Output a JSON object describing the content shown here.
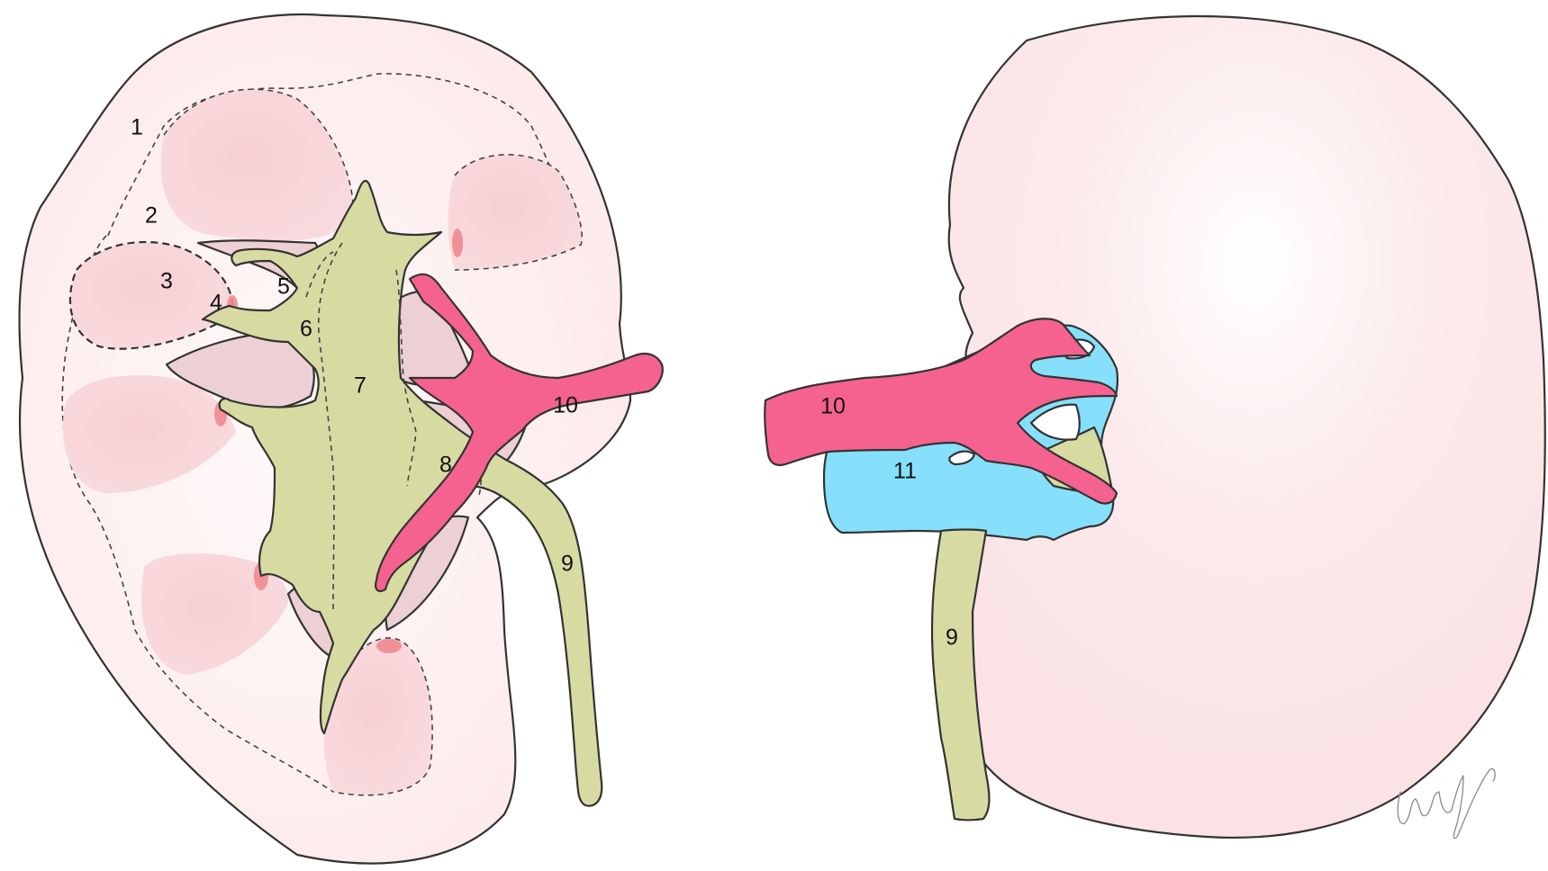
{
  "colors": {
    "capsule_fill": "#fdebeb",
    "pyramid_fill": "#f8d3d6",
    "papilla_tip": "#f08a8f",
    "pelvis_fill": "#d7dba2",
    "calyx_wall": "#ecd0d3",
    "artery": "#f5628f",
    "vein": "#86e0fb",
    "outline": "#333333"
  },
  "left_kidney": {
    "labels": {
      "l1": "1",
      "l2": "2",
      "l3": "3",
      "l4": "4",
      "l5": "5",
      "l6": "6",
      "l7": "7",
      "l8": "8",
      "l9": "9",
      "l10": "10"
    }
  },
  "right_kidney": {
    "labels": {
      "l9": "9",
      "l10": "10",
      "l11": "11"
    }
  },
  "signature_icon": "handwritten-signature"
}
